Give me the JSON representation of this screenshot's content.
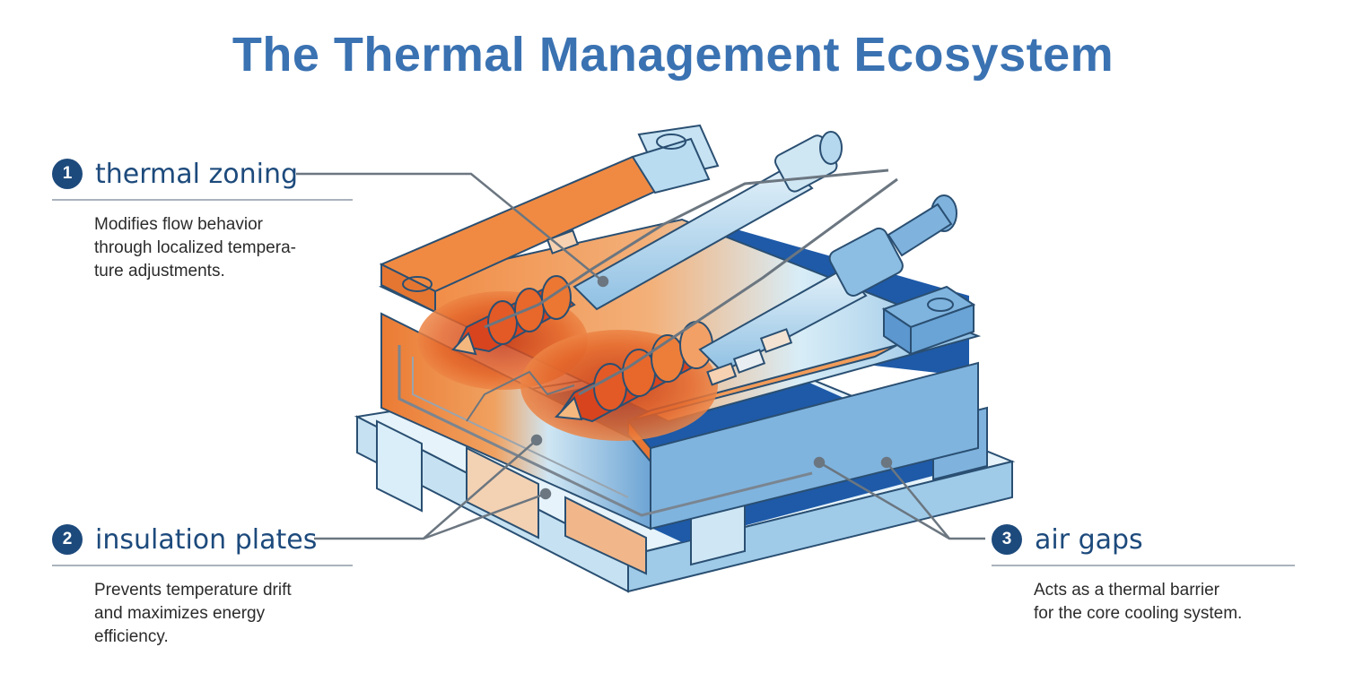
{
  "title": "The Thermal Management Ecosystem",
  "callouts": [
    {
      "number": "1",
      "label": "thermal zoning",
      "description": [
        "Modifies flow behavior",
        "through localized tempera-",
        "ture adjustments."
      ]
    },
    {
      "number": "2",
      "label": "insulation plates",
      "description": [
        "Prevents temperature drift",
        "and maximizes energy",
        "efficiency."
      ]
    },
    {
      "number": "3",
      "label": "air gaps",
      "description": [
        "Acts as a thermal barrier",
        "for the core cooling system."
      ]
    }
  ],
  "colors": {
    "title": "#3a72b2",
    "badge": "#1d4a7c",
    "hot": "#e8742e",
    "hot_core": "#c43a1a",
    "cool": "#6ea6d6",
    "cold": "#1e5aa8",
    "light": "#d6ecf6"
  }
}
